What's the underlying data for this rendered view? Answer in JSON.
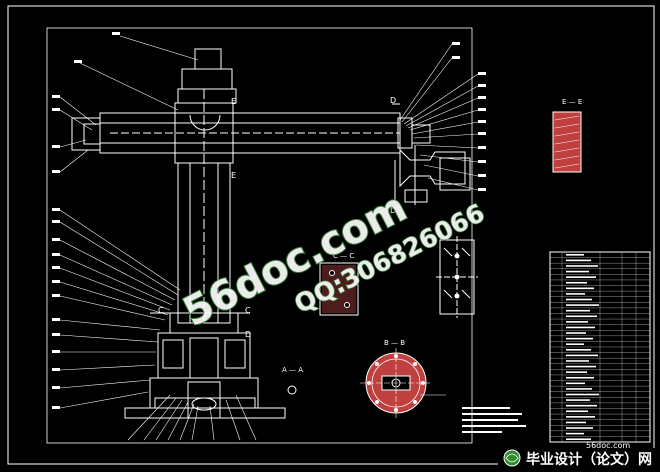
{
  "section_labels": {
    "e_e_top": "E — E",
    "c_c": "C — C",
    "a_a": "A — A",
    "b_b": "B — B",
    "d_upper": "D",
    "d_lower": "D",
    "d_base": "D",
    "e_upper": "E",
    "e_lower": "E",
    "c_left": "C",
    "c_right": "C"
  },
  "watermark": {
    "site": "56doc.com",
    "qq": "QQ:306826066"
  },
  "footer": {
    "brand": "56doc.com",
    "logo_text": "毕业设计（论文）网"
  },
  "colors": {
    "background": "#000000",
    "lines": "#ffffff",
    "watermark": "#ffffff",
    "watermark_outline": "#3a8a3a",
    "logo_green": "#2e8b2e",
    "hatch": "#c04040"
  }
}
